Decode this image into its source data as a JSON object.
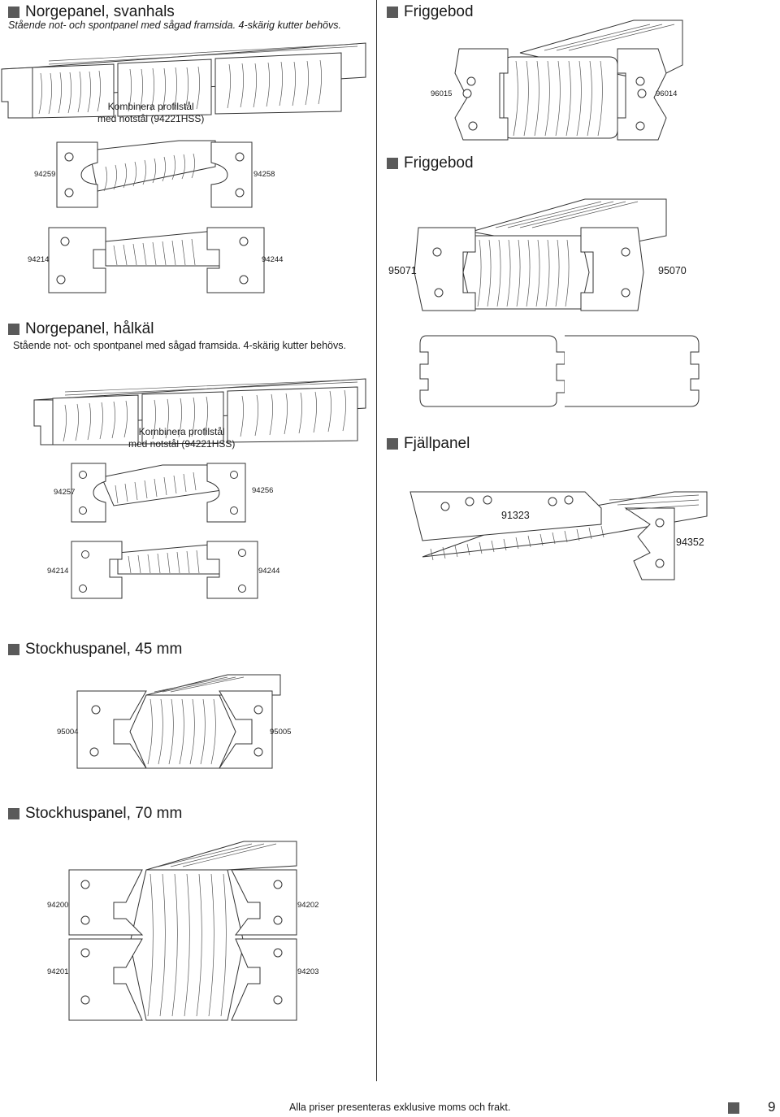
{
  "sections": {
    "svanhals": {
      "title": "Norgepanel, svanhals",
      "subtitle": "Stående not- och spontpanel med sågad framsida. 4-skärig kutter behövs.",
      "note_line1": "Kombinera profilstål",
      "note_line2": "med notstål (94221HSS)",
      "codes": [
        "94259",
        "94258",
        "94214",
        "94244"
      ]
    },
    "friggebod1": {
      "title": "Friggebod",
      "codes": [
        "96015",
        "96014"
      ]
    },
    "friggebod2": {
      "title": "Friggebod",
      "codes": [
        "95071",
        "95070"
      ]
    },
    "halkal": {
      "title": "Norgepanel, hålkäl",
      "subtitle": "Stående not- och spontpanel med sågad framsida. 4-skärig kutter behövs.",
      "note_line1": "Kombinera profilstål",
      "note_line2": "med notstål (94221HSS)",
      "codes": [
        "94257",
        "94256",
        "94214",
        "94244"
      ]
    },
    "fjallpanel": {
      "title": "Fjällpanel",
      "codes": [
        "91323",
        "94352"
      ]
    },
    "stockhus45": {
      "title": "Stockhuspanel, 45 mm",
      "codes": [
        "95004",
        "95005"
      ]
    },
    "stockhus70": {
      "title": "Stockhuspanel, 70 mm",
      "codes": [
        "94200",
        "94202",
        "94201",
        "94203"
      ]
    }
  },
  "footer": {
    "text": "Alla priser presenteras exklusive moms och frakt.",
    "page_number": "9"
  },
  "colors": {
    "marker": "#5a5a5a",
    "line": "#333333"
  }
}
